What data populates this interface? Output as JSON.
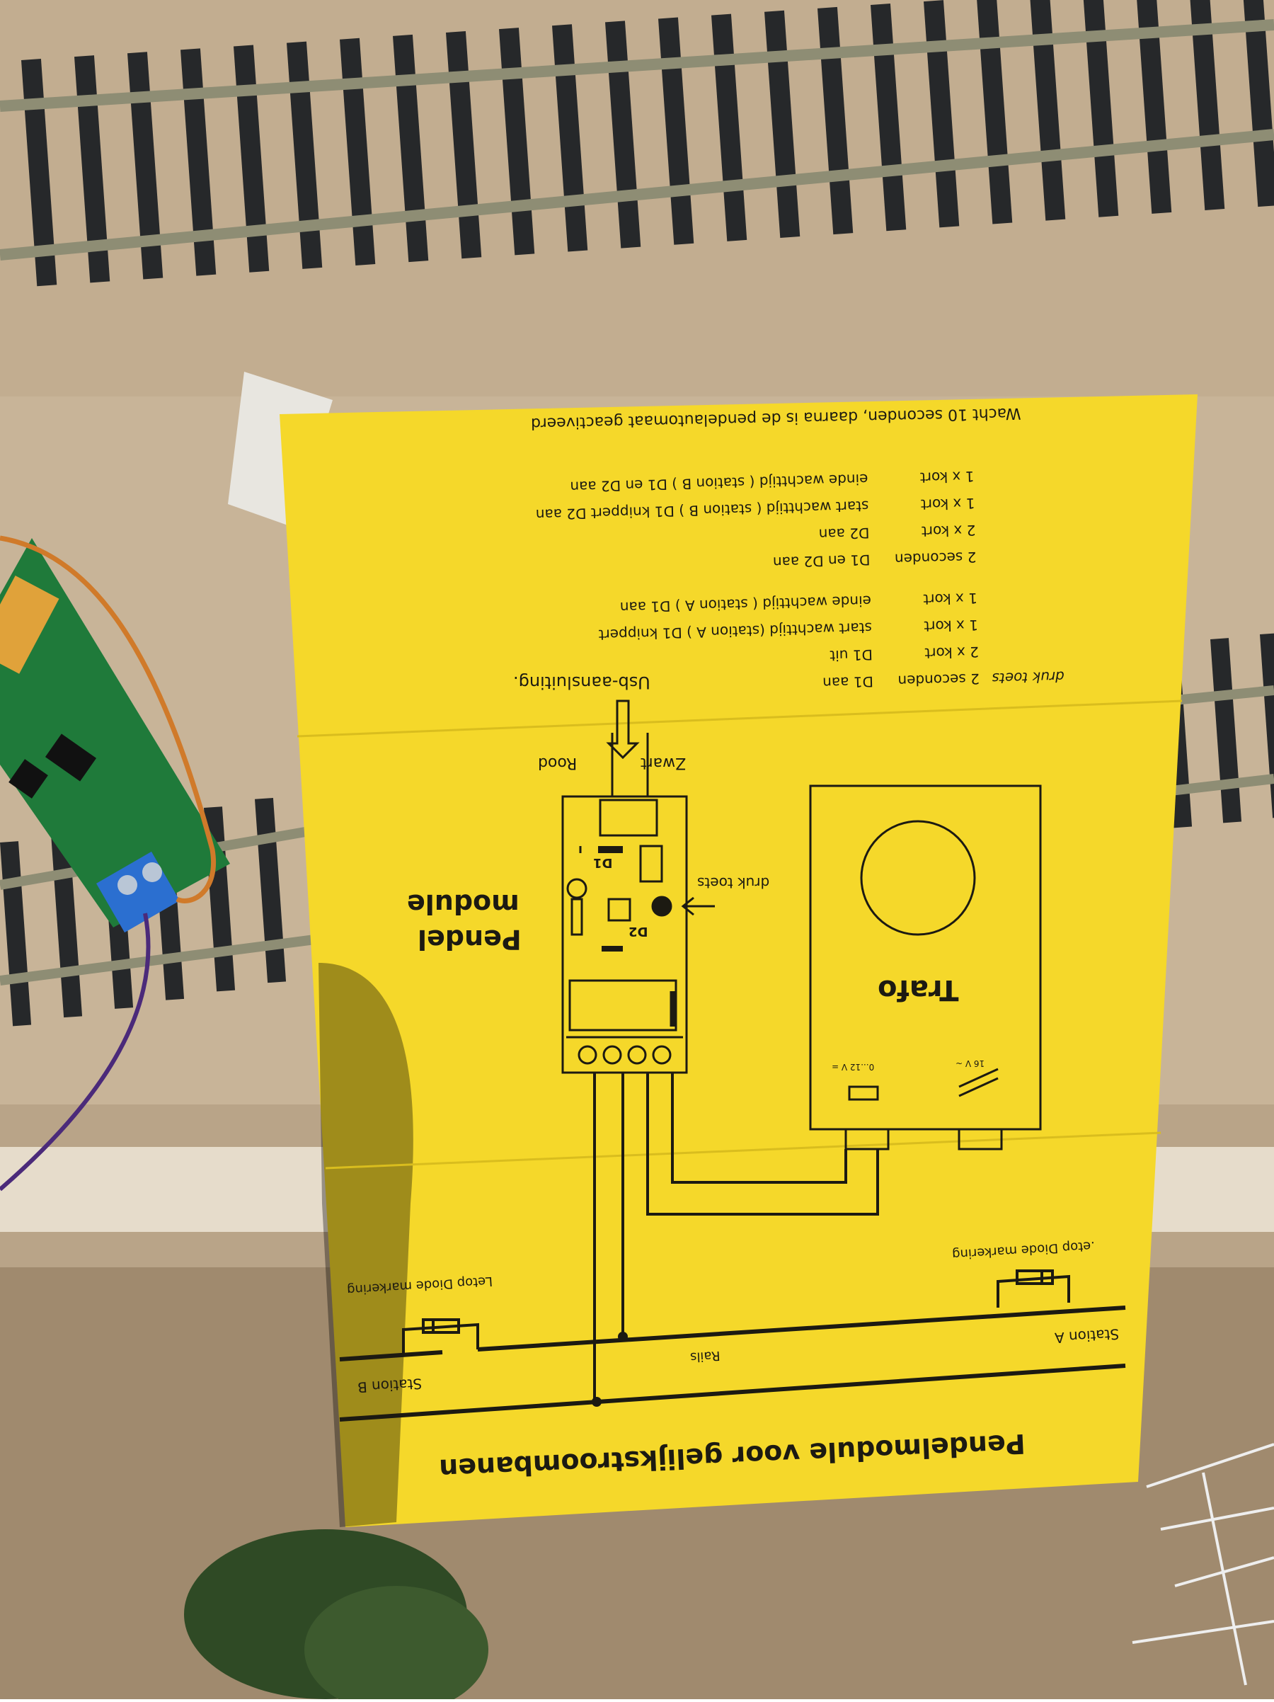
{
  "sheet": {
    "title": "Pendelmodule voor gelijkstroombanen",
    "wait_note": "Wacht 10 seconden, daarna is de pendelautomaat geactiveerd",
    "labels": {
      "trafo": "Trafo",
      "module_line1": "Pendel",
      "module_line2": "module",
      "druk_toets": "druk toets",
      "zwart": "Zwart",
      "rood": "Rood",
      "usb": "Usb-aansluiting.",
      "station_a": "Station A",
      "station_b": "Station B",
      "rails": "Rails",
      "diode_a": ".etop Diode markering",
      "diode_b": "Letop Diode markering",
      "d1": "D1",
      "d2": "D2",
      "ac": "16 V ~",
      "dc": "0...12 V ="
    },
    "instructions": [
      {
        "key": "druk toets",
        "action": "2 seconden",
        "result": "D1 aan"
      },
      {
        "key": "",
        "action": "2 x kort",
        "result": "D1 uit"
      },
      {
        "key": "",
        "action": "1 x kort",
        "result": "start wachttijd   (station A )   D1 knippert"
      },
      {
        "key": "",
        "action": "1 x kort",
        "result": "einde wachttijd  ( station A )  D1 aan"
      },
      {
        "key": "",
        "action": "2 seconden",
        "result": "D1 en D2 aan"
      },
      {
        "key": "",
        "action": "2 x kort",
        "result": "D2 aan"
      },
      {
        "key": "",
        "action": "1 x kort",
        "result": "start wachttijd  ( station B )  D1 knippert  D2 aan"
      },
      {
        "key": "",
        "action": "1 x kort",
        "result": "einde wachttijd  ( station B )  D1 en D2 aan"
      }
    ]
  },
  "colors": {
    "paper": "#f5d82a",
    "wood": "#c9b69a",
    "rail": "#8b8b72",
    "sleeper": "#26282a",
    "ink": "#1c1a12",
    "pcb": "#1f7a3a"
  }
}
